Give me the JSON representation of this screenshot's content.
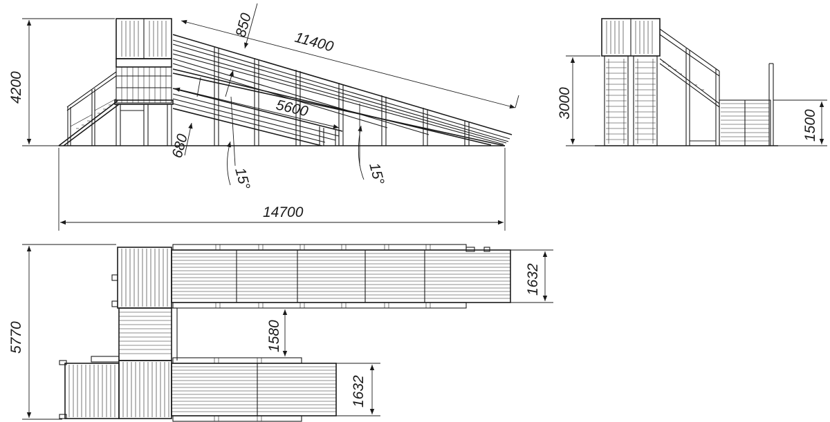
{
  "dimensions": {
    "tower_height": "4200",
    "slide_length": "11400",
    "rail_height_top": "850",
    "lower_slide_length": "5600",
    "rail_height_low": "680",
    "angle_left": "15°",
    "angle_right": "15°",
    "total_length": "14700",
    "side_height": "3000",
    "platform_height": "1500",
    "total_width": "5770",
    "lane_width_top": "1632",
    "gap_width": "1580",
    "lane_width_bottom": "1632"
  }
}
